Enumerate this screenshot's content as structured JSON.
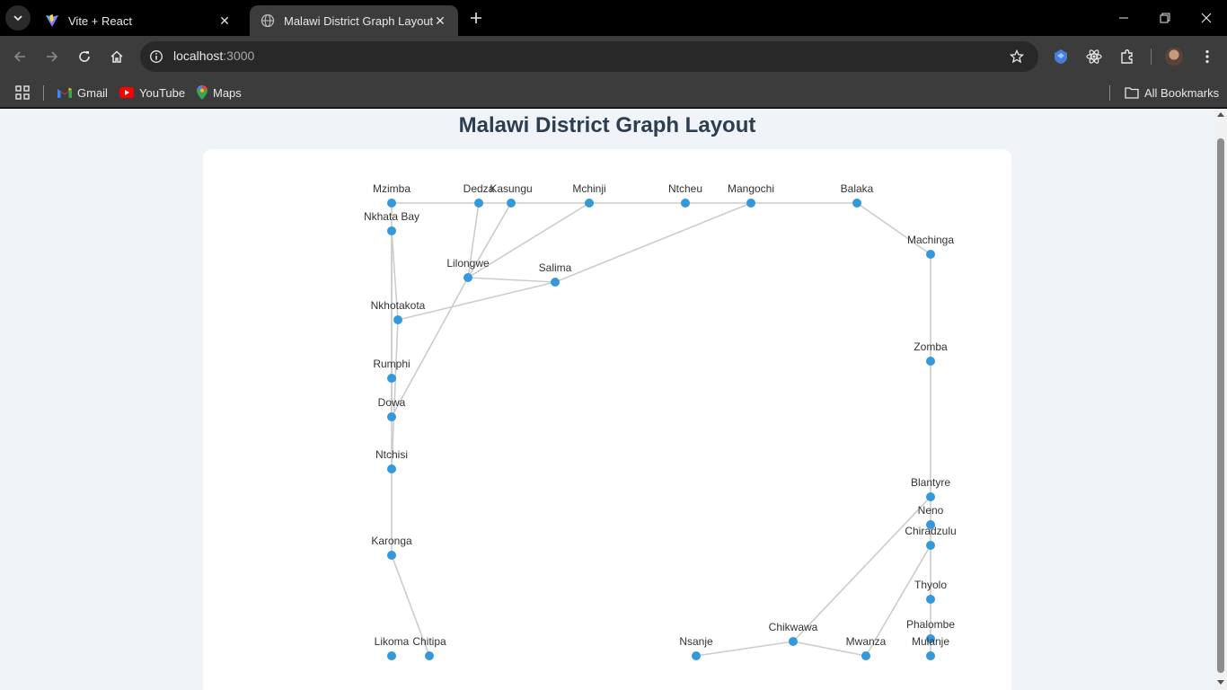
{
  "browser": {
    "tabs": [
      {
        "title": "Vite + React",
        "active": false,
        "icon": "vite-logo-icon"
      },
      {
        "title": "Malawi District Graph Layout",
        "active": true,
        "icon": "globe-icon"
      }
    ],
    "url_host": "localhost",
    "url_port": ":3000",
    "bookmarks": [
      {
        "label": "Gmail",
        "icon": "gmail-icon"
      },
      {
        "label": "YouTube",
        "icon": "youtube-icon"
      },
      {
        "label": "Maps",
        "icon": "maps-icon"
      }
    ],
    "all_bookmarks_label": "All Bookmarks"
  },
  "page": {
    "title": "Malawi District Graph Layout"
  },
  "graph": {
    "node_color": "#3498db",
    "edge_color": "#cccccc",
    "nodes": [
      {
        "id": "Mzimba",
        "label": "Mzimba"
      },
      {
        "id": "Dedza",
        "label": "Dedza"
      },
      {
        "id": "Kasungu",
        "label": "Kasungu"
      },
      {
        "id": "Mchinji",
        "label": "Mchinji"
      },
      {
        "id": "Ntcheu",
        "label": "Ntcheu"
      },
      {
        "id": "Mangochi",
        "label": "Mangochi"
      },
      {
        "id": "Balaka",
        "label": "Balaka"
      },
      {
        "id": "NkhataBay",
        "label": "Nkhata Bay"
      },
      {
        "id": "Machinga",
        "label": "Machinga"
      },
      {
        "id": "Lilongwe",
        "label": "Lilongwe"
      },
      {
        "id": "Salima",
        "label": "Salima"
      },
      {
        "id": "Nkhotakota",
        "label": "Nkhotakota"
      },
      {
        "id": "Zomba",
        "label": "Zomba"
      },
      {
        "id": "Rumphi",
        "label": "Rumphi"
      },
      {
        "id": "Dowa",
        "label": "Dowa"
      },
      {
        "id": "Ntchisi",
        "label": "Ntchisi"
      },
      {
        "id": "Blantyre",
        "label": "Blantyre"
      },
      {
        "id": "Neno",
        "label": "Neno"
      },
      {
        "id": "Chiradzulu",
        "label": "Chiradzulu"
      },
      {
        "id": "Karonga",
        "label": "Karonga"
      },
      {
        "id": "Thyolo",
        "label": "Thyolo"
      },
      {
        "id": "Phalombe",
        "label": "Phalombe"
      },
      {
        "id": "Chikwawa",
        "label": "Chikwawa"
      },
      {
        "id": "Likoma",
        "label": "Likoma"
      },
      {
        "id": "Chitipa",
        "label": "Chitipa"
      },
      {
        "id": "Nsanje",
        "label": "Nsanje"
      },
      {
        "id": "Mwanza",
        "label": "Mwanza"
      },
      {
        "id": "Mulanje",
        "label": "Mulanje"
      }
    ],
    "edges": [
      [
        "Mzimba",
        "Dedza"
      ],
      [
        "Dedza",
        "Kasungu"
      ],
      [
        "Kasungu",
        "Mchinji"
      ],
      [
        "Mchinji",
        "Ntcheu"
      ],
      [
        "Ntcheu",
        "Mangochi"
      ],
      [
        "Mangochi",
        "Balaka"
      ],
      [
        "Balaka",
        "Machinga"
      ],
      [
        "Machinga",
        "Zomba"
      ],
      [
        "Zomba",
        "Blantyre"
      ],
      [
        "Mzimba",
        "NkhataBay"
      ],
      [
        "Dedza",
        "Lilongwe"
      ],
      [
        "Kasungu",
        "Lilongwe"
      ],
      [
        "Mchinji",
        "Lilongwe"
      ],
      [
        "Lilongwe",
        "Salima"
      ],
      [
        "Salima",
        "Mangochi"
      ],
      [
        "Salima",
        "Nkhotakota"
      ],
      [
        "NkhataBay",
        "Nkhotakota"
      ],
      [
        "NkhataBay",
        "Rumphi"
      ],
      [
        "NkhataBay",
        "Dowa"
      ],
      [
        "Nkhotakota",
        "Ntchisi"
      ],
      [
        "Rumphi",
        "Dowa"
      ],
      [
        "Dowa",
        "Ntchisi"
      ],
      [
        "Lilongwe",
        "Dowa"
      ],
      [
        "Ntchisi",
        "Karonga"
      ],
      [
        "Karonga",
        "Chitipa"
      ],
      [
        "Blantyre",
        "Neno"
      ],
      [
        "Blantyre",
        "Chikwawa"
      ],
      [
        "Neno",
        "Chiradzulu"
      ],
      [
        "Chiradzulu",
        "Thyolo"
      ],
      [
        "Chiradzulu",
        "Mwanza"
      ],
      [
        "Thyolo",
        "Phalombe"
      ],
      [
        "Phalombe",
        "Mulanje"
      ],
      [
        "Chikwawa",
        "Nsanje"
      ],
      [
        "Chikwawa",
        "Mwanza"
      ]
    ]
  }
}
